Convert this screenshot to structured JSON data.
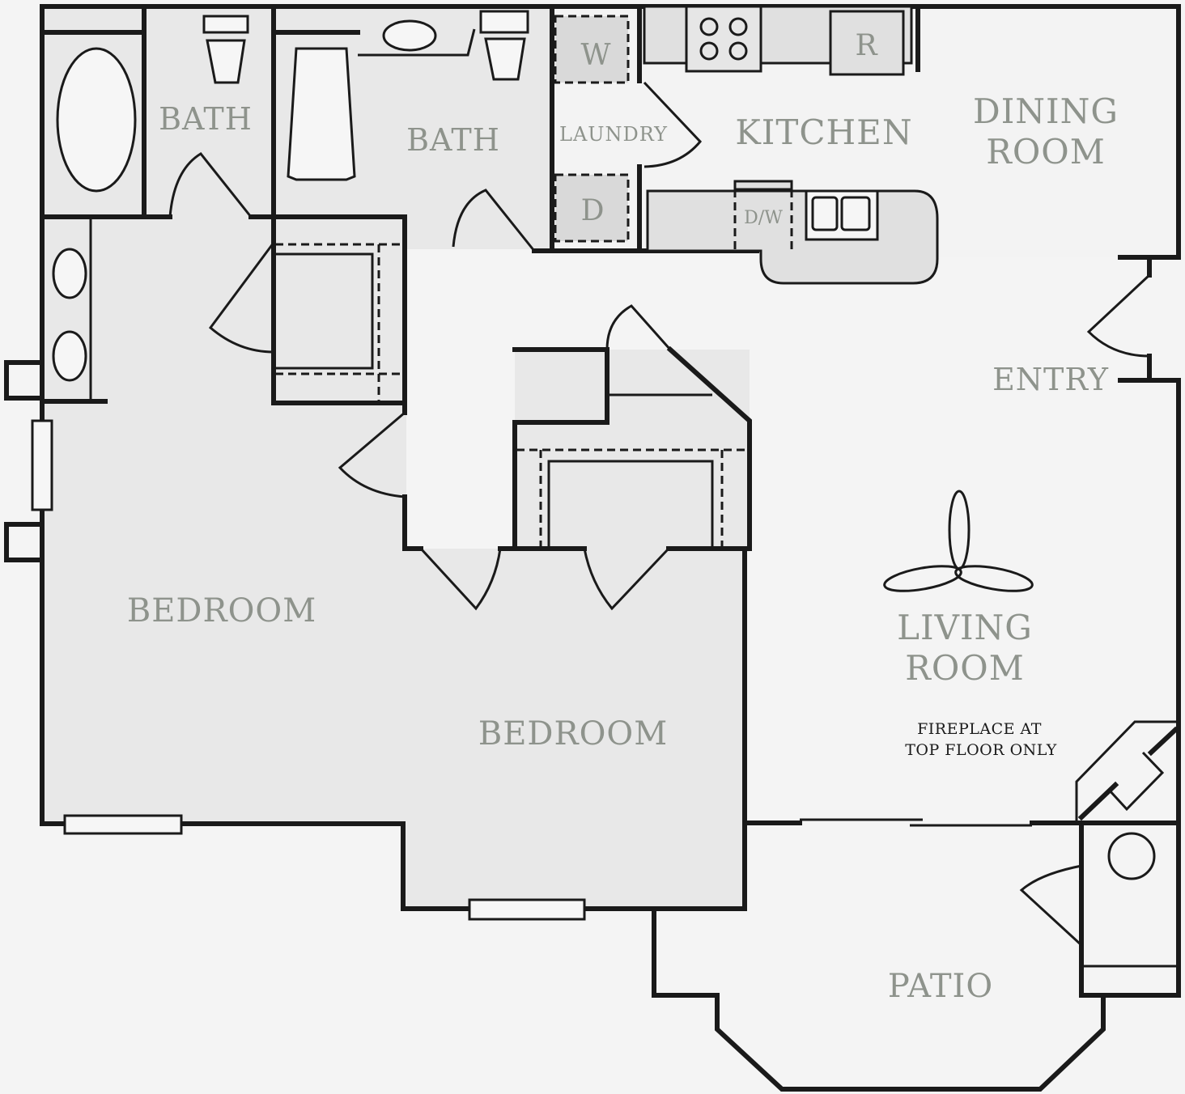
{
  "floorplan": {
    "rooms": {
      "bath_master": "BATH",
      "bath_second": "BATH",
      "laundry": "LAUNDRY",
      "kitchen": "KITCHEN",
      "dining_line1": "DINING",
      "dining_line2": "ROOM",
      "entry": "ENTRY",
      "living_line1": "LIVING",
      "living_line2": "ROOM",
      "bedroom_master": "BEDROOM",
      "bedroom_second": "BEDROOM",
      "patio": "PATIO"
    },
    "appliances": {
      "washer": "W",
      "dryer": "D",
      "refrigerator": "R",
      "dishwasher": "D/W"
    },
    "notes": {
      "fireplace_line1": "FIREPLACE AT",
      "fireplace_line2": "TOP FLOOR ONLY"
    },
    "colors": {
      "wall": "#1a1a1a",
      "room_fill": "#e8e8e8",
      "label": "#8e938c",
      "background": "#f4f4f4"
    }
  }
}
